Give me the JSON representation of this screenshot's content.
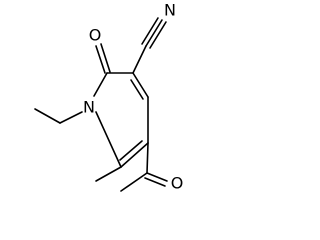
{
  "molecule": {
    "atoms": {
      "n1": "N",
      "o_ring": "O",
      "n_nitrile": "N",
      "o_acetyl": "O"
    }
  }
}
